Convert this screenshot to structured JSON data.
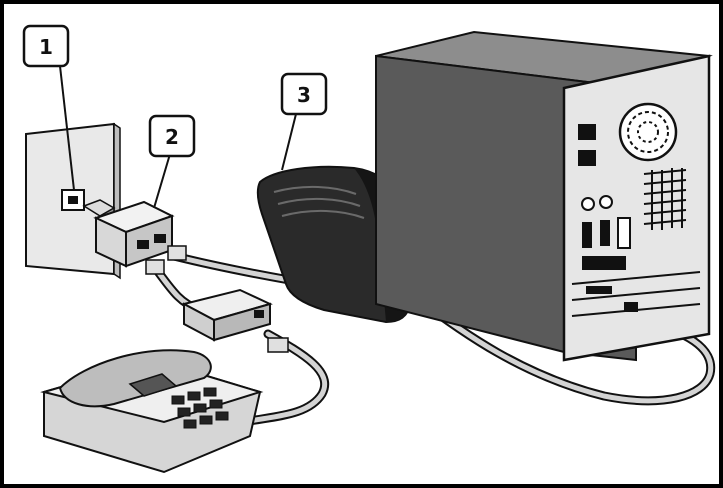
{
  "callouts": [
    {
      "label": "1",
      "target": "wall-phone-jack"
    },
    {
      "label": "2",
      "target": "line-splitter"
    },
    {
      "label": "3",
      "target": "dsl-modem"
    }
  ],
  "colors": {
    "frame": "#000000",
    "outline": "#111111",
    "light_fill": "#e8e8e8",
    "mid_fill": "#9a9a9a",
    "dark_fill": "#2b2b2b",
    "cable": "#cfcfcf"
  }
}
